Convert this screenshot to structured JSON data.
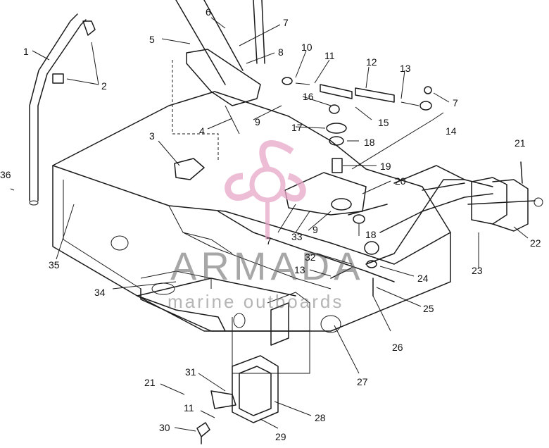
{
  "watermark": {
    "brand": "ARMADA",
    "tagline": "marine outboards",
    "logo_color": "#e8a6c8",
    "text_color": "#6b6b6b"
  },
  "callouts": {
    "c1": "1",
    "c2": "2",
    "c3": "3",
    "c4": "4",
    "c5": "5",
    "c6": "6",
    "c7a": "7",
    "c8": "8",
    "c10": "10",
    "c11a": "11",
    "c12": "12",
    "c13a": "13",
    "c7b": "7",
    "c16": "16",
    "c15": "15",
    "c9a": "9",
    "c17": "17",
    "c18a": "18",
    "c14": "14",
    "c21a": "21",
    "c19": "19",
    "c20": "20",
    "c36": "36",
    "c7c": "7",
    "c33": "33",
    "c9b": "9",
    "c18b": "18",
    "c22": "22",
    "c35": "35",
    "c32": "32",
    "c13b": "13",
    "c23": "23",
    "c24": "24",
    "c34": "34",
    "c25": "25",
    "c26": "26",
    "c27": "27",
    "c21b": "21",
    "c31": "31",
    "c11b": "11",
    "c28": "28",
    "c30": "30",
    "c29": "29"
  }
}
